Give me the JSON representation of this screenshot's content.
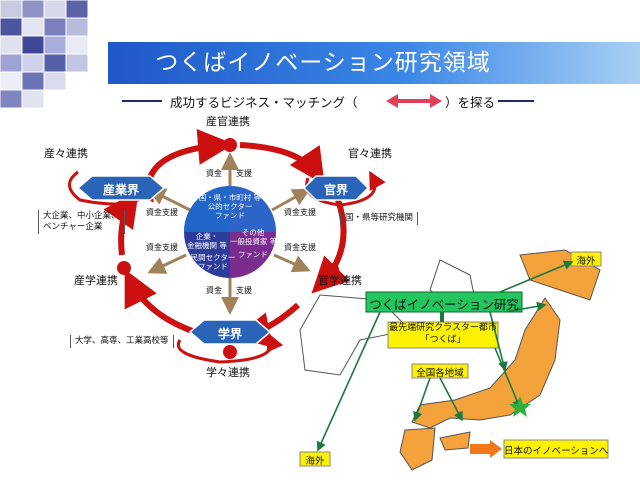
{
  "title": "つくばイノベーション研究領域",
  "subtitle": {
    "before": "成功するビジネス・マッチング（",
    "after": "）を探る"
  },
  "diagram": {
    "nodes": {
      "industry": "産業界",
      "government": "官界",
      "academia": "学界"
    },
    "links": {
      "industry_government": "産官連携",
      "industry_industry": "産々連携",
      "government_government": "官々連携",
      "industry_academia": "産学連携",
      "government_academia": "官学連携",
      "academia_academia": "学々連携"
    },
    "descriptions": {
      "industry": [
        "大企業、中小企業、",
        "ベンチャー企業"
      ],
      "government": "国・県等研究機関",
      "academia": "大学、高専、工業高校等"
    },
    "center": {
      "public_fund": [
        "国・県・市町村 等",
        "公的セクター",
        "ファンド"
      ],
      "company": [
        "企業・",
        "金融機関 等"
      ],
      "private_fund": [
        "民間セクター",
        "ファンド"
      ],
      "other": [
        "その他",
        "一般投資家 等"
      ],
      "fund": "ファンド"
    },
    "flow_labels": {
      "fund": "資金",
      "support": "支援",
      "fund_support": "資金支援"
    }
  },
  "map": {
    "hub": "つくばイノベーション研究",
    "cluster": [
      "最先端研究クラスター都市",
      "「つくば」"
    ],
    "regions": "全国各地域",
    "overseas_top": "海外",
    "overseas_bottom": "海外",
    "japan_innovation": "日本のイノベーションへ"
  },
  "colors": {
    "title_bar": "#2a6ed8",
    "node_blue": "#2a64b8",
    "arrow_red": "#cc1010",
    "hub_green": "#22c55e",
    "cluster_yellow": "#fff200",
    "japan_orange": "#f4a23c"
  }
}
